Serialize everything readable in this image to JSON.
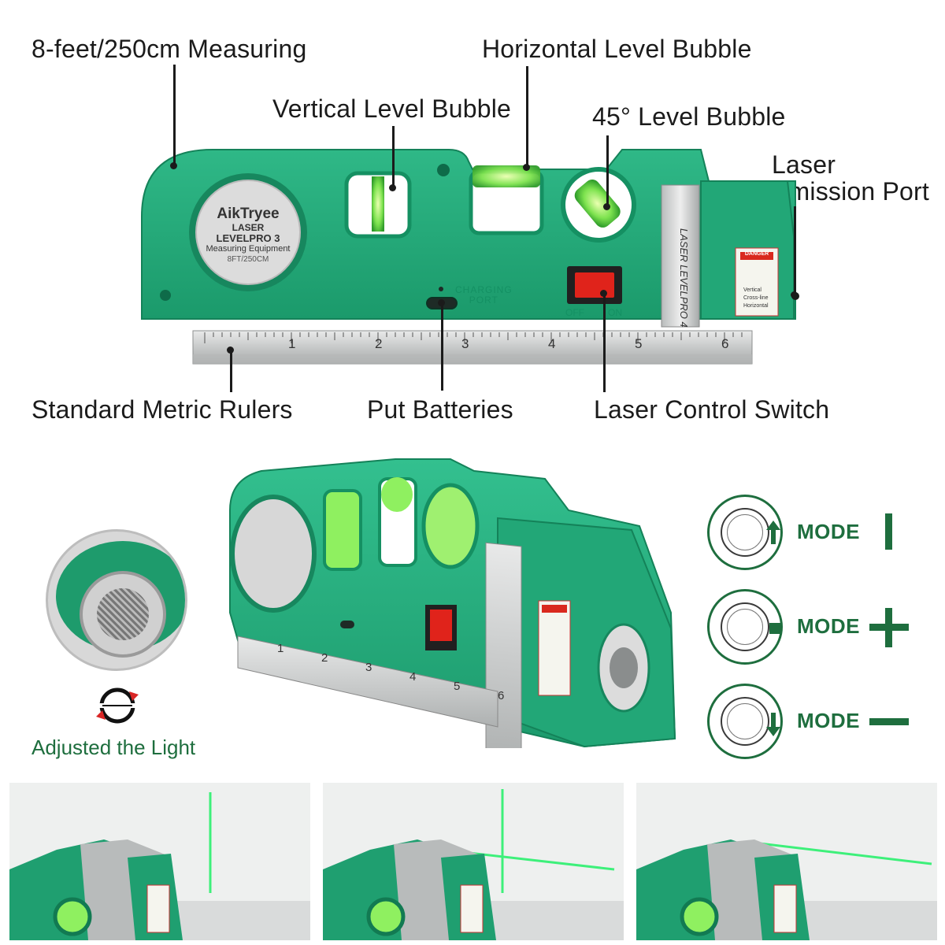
{
  "callouts": {
    "measuring": "8-feet/250cm Measuring",
    "horizontal_bubble": "Horizontal Level Bubble",
    "vertical_bubble": "Vertical Level Bubble",
    "bubble_45": "45° Level Bubble",
    "laser_port_line1": "Laser",
    "laser_port_line2": "Emission Port",
    "metric_rulers": "Standard Metric Rulers",
    "batteries": "Put Batteries",
    "control_switch": "Laser Control Switch"
  },
  "device": {
    "brand": "AikTryee",
    "laser": "LASER",
    "model": "LEVELPRO 3",
    "subtitle": "Measuring Equipment",
    "size": "8FT/250CM",
    "charging_line1": "CHARGING",
    "charging_line2": "PORT",
    "switch_off": "OFF",
    "switch_on": "ON",
    "side_label": "LASER LEVELPRO 4",
    "danger": "DANGER",
    "warning_rows": [
      "Vertical",
      "Cross-line",
      "Horizontal"
    ],
    "ruler_numbers": [
      "1",
      "2",
      "3",
      "4",
      "5",
      "6"
    ]
  },
  "modes": [
    {
      "label": "MODE",
      "symbol": "vertical-line",
      "indicator": "arrow-up-icon"
    },
    {
      "label": "MODE",
      "symbol": "cross-line",
      "indicator": "square-icon"
    },
    {
      "label": "MODE",
      "symbol": "horizontal-line",
      "indicator": "arrow-down-icon"
    }
  ],
  "adjust_caption": "Adjusted the Light",
  "colors": {
    "device_green": "#22a777",
    "device_dark": "#178a5f",
    "laser_green": "#29e36a",
    "accent": "#1e6e3e",
    "switch_red": "#e0231b"
  }
}
